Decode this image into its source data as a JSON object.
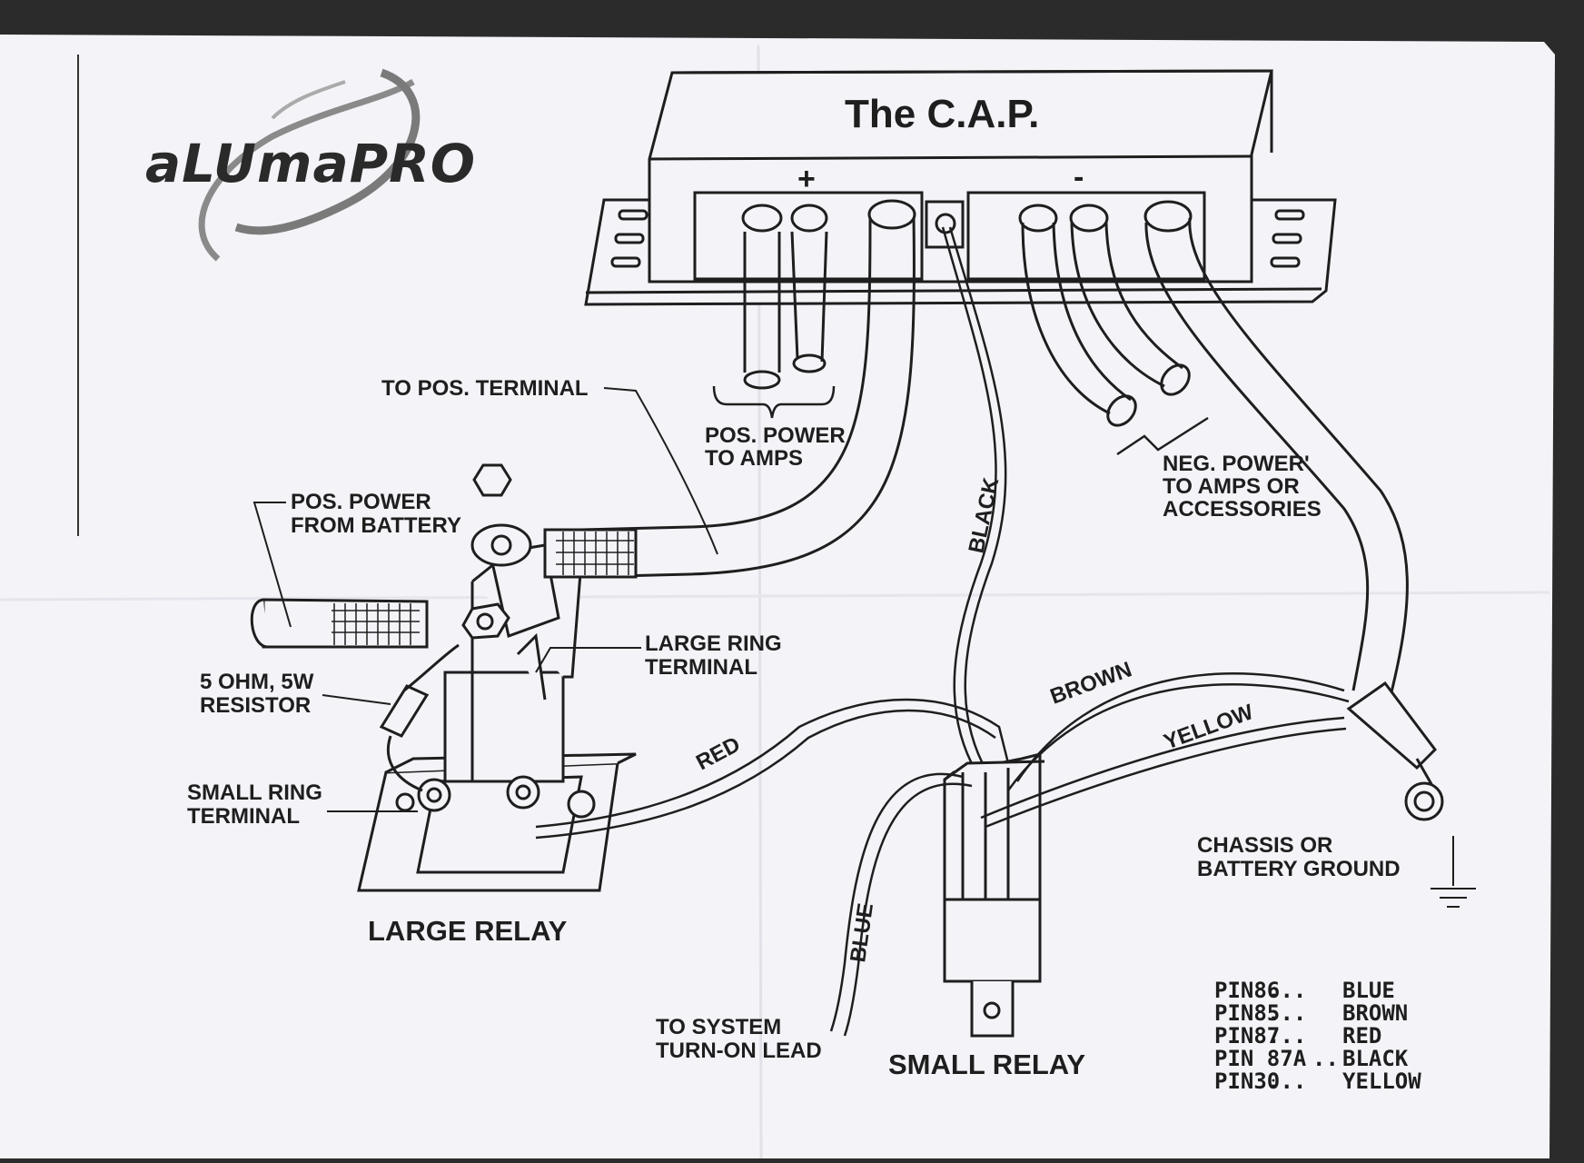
{
  "brand": {
    "logo_text": "aLUmaPRO"
  },
  "cap": {
    "title": "The C.A.P.",
    "plus_sign": "+",
    "minus_sign": "-"
  },
  "labels": {
    "to_pos_terminal": "TO POS. TERMINAL",
    "pos_power_to_amps_1": "POS. POWER",
    "pos_power_to_amps_2": "TO AMPS",
    "neg_power_1": "NEG. POWER'",
    "neg_power_2": "TO AMPS OR",
    "neg_power_3": "ACCESSORIES",
    "pos_power_battery_1": "POS. POWER",
    "pos_power_battery_2": "FROM BATTERY",
    "large_ring_1": "LARGE RING",
    "large_ring_2": "TERMINAL",
    "resistor_1": "5 OHM, 5W",
    "resistor_2": "RESISTOR",
    "small_ring_1": "SMALL RING",
    "small_ring_2": "TERMINAL",
    "large_relay": "LARGE RELAY",
    "small_relay": "SMALL RELAY",
    "chassis_1": "CHASSIS OR",
    "chassis_2": "BATTERY GROUND",
    "turn_on_1": "TO SYSTEM",
    "turn_on_2": "TURN-ON LEAD"
  },
  "wires": {
    "black": "BLACK",
    "brown": "BROWN",
    "yellow": "YELLOW",
    "red": "RED",
    "blue": "BLUE"
  },
  "pin_legend": [
    {
      "pin": "PIN86",
      "dots": "...",
      "color": "BLUE"
    },
    {
      "pin": "PIN85",
      "dots": "...",
      "color": "BROWN"
    },
    {
      "pin": "PIN87",
      "dots": "...",
      "color": "RED"
    },
    {
      "pin": "PIN 87A",
      "dots": "..",
      "color": "BLACK"
    },
    {
      "pin": "PIN30",
      "dots": "...",
      "color": "YELLOW"
    }
  ],
  "colors": {
    "paper": "#f4f3f8",
    "ink": "#1e1e1e",
    "background": "#2b2b2b"
  }
}
